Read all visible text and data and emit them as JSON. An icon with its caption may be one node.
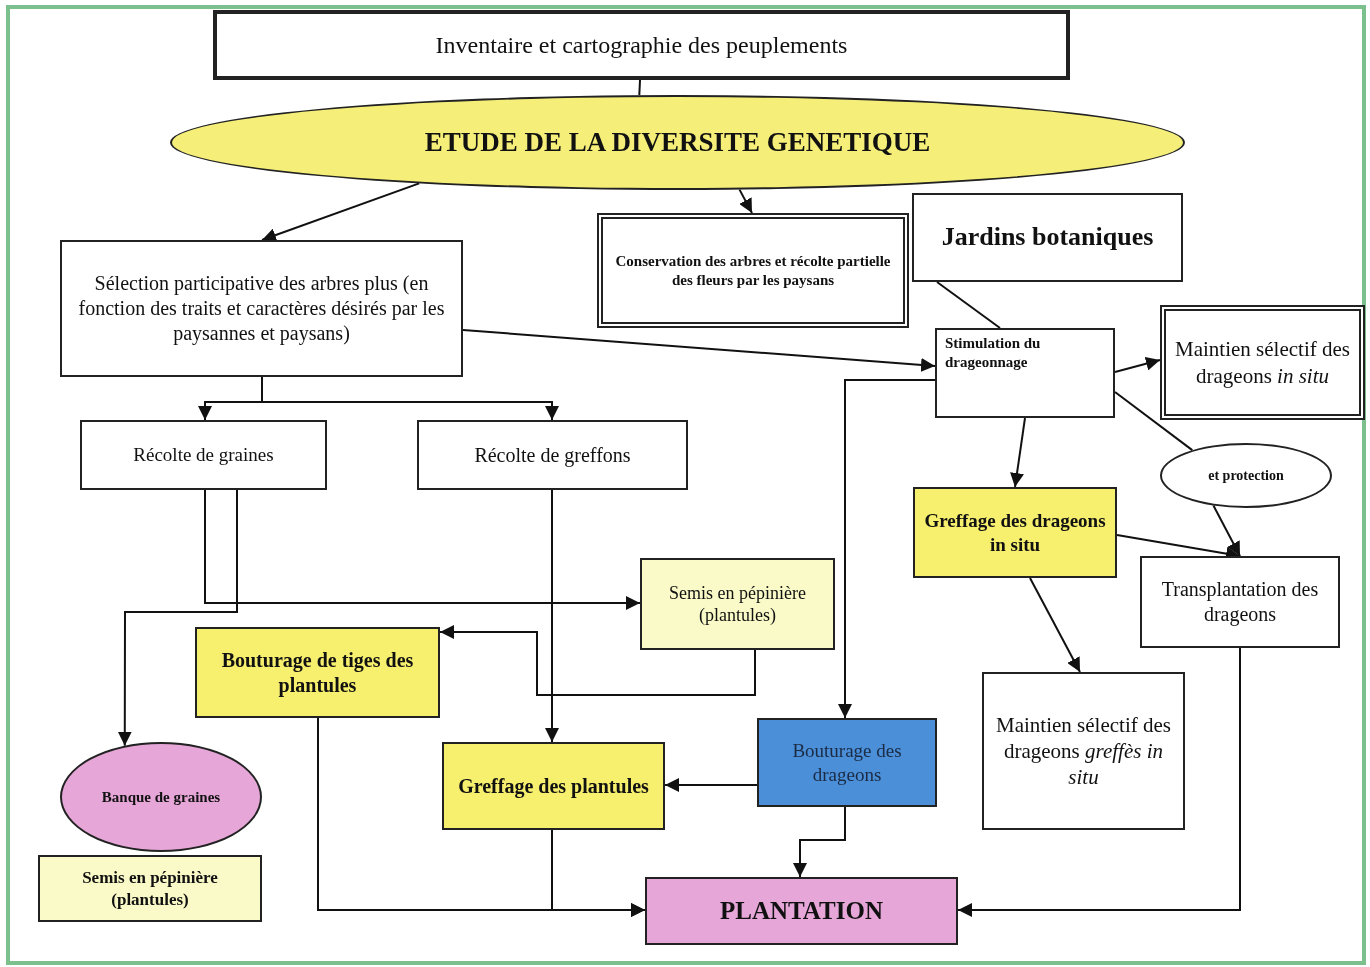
{
  "diagram": {
    "nodes": [
      {
        "text": [
          "Inventaire et cartographie des peuplements"
        ]
      },
      {
        "text": [
          "ETUDE DE LA DIVERSITE GENETIQUE"
        ]
      },
      {
        "text": [
          "Conservation des arbres et récolte partielle des fleurs par les paysans"
        ]
      },
      {
        "text": [
          "Jardins botaniques"
        ]
      },
      {
        "text": [
          "Sélection participative des arbres plus (en fonction des traits et caractères désirés par les paysannes et paysans)"
        ]
      },
      {
        "text": [
          "Stimulation du drageonnage"
        ]
      },
      {
        "text": [
          "Maintien sélectif des drageons *in situ*"
        ]
      },
      {
        "text": [
          "Récolte de graines"
        ]
      },
      {
        "text": [
          "Récolte de greffons"
        ]
      },
      {
        "text": [
          "et protection"
        ]
      },
      {
        "text": [
          "Greffage des drageons in situ"
        ]
      },
      {
        "text": [
          "Semis en pépinière (plantules)"
        ]
      },
      {
        "text": [
          "Transplantation des drageons"
        ]
      },
      {
        "text": [
          "Bouturage de tiges des plantules"
        ]
      },
      {
        "text": [
          "Maintien sélectif des drageons *greffès in situ*"
        ]
      },
      {
        "text": [
          "Banque de graines"
        ]
      },
      {
        "text": [
          "Bouturage des drageons"
        ]
      },
      {
        "text": [
          "Greffage des plantules"
        ]
      },
      {
        "text": [
          "Semis en pépinière (plantules)"
        ]
      },
      {
        "text": [
          "PLANTATION"
        ]
      }
    ],
    "edges": [
      {
        "from": 0,
        "to": 1,
        "arrow": "none"
      },
      {
        "from": 1,
        "to": 4,
        "arrow": "to"
      },
      {
        "from": 1,
        "to": 2,
        "arrow": "to"
      },
      {
        "from": 3,
        "to": 5,
        "arrow": "none"
      },
      {
        "from": 4,
        "to": 5,
        "arrow": "to"
      },
      {
        "from": 4,
        "to": 7,
        "arrow": "to"
      },
      {
        "from": 4,
        "to": 8,
        "arrow": "to"
      },
      {
        "from": 5,
        "to": 6,
        "arrow": "to"
      },
      {
        "from": 5,
        "to": 10,
        "arrow": "to"
      },
      {
        "from": 5,
        "to": 9,
        "arrow": "none"
      },
      {
        "from": 9,
        "to": 12,
        "arrow": "to"
      },
      {
        "from": 10,
        "to": 12,
        "arrow": "to"
      },
      {
        "from": 10,
        "to": 14,
        "arrow": "to"
      },
      {
        "from": 7,
        "to": 11,
        "arrow": "to"
      },
      {
        "from": 7,
        "to": 15,
        "arrow": "to"
      },
      {
        "from": 8,
        "to": 17,
        "arrow": "to"
      },
      {
        "from": 11,
        "to": 13,
        "arrow": "to"
      },
      {
        "from": 5,
        "to": 16,
        "arrow": "to"
      },
      {
        "from": 16,
        "to": 17,
        "arrow": "to"
      },
      {
        "from": 16,
        "to": 19,
        "arrow": "to"
      },
      {
        "from": 13,
        "to": 19,
        "arrow": "to"
      },
      {
        "from": 17,
        "to": 19,
        "arrow": "to"
      },
      {
        "from": 12,
        "to": 19,
        "arrow": "to"
      }
    ]
  }
}
